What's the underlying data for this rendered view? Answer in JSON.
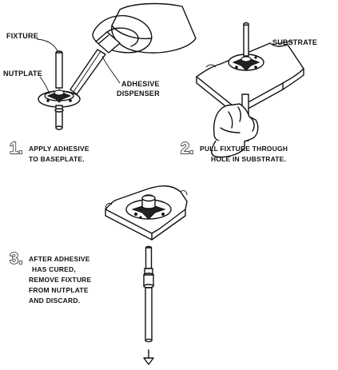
{
  "labels": {
    "fixture": "FIXTURE",
    "nutplate": "NUTPLATE",
    "adhesive": "ADHESIVE",
    "dispenser": "DISPENSER",
    "substrate": "SUBSTRATE"
  },
  "steps": [
    {
      "number": "1.",
      "lines": [
        "APPLY ADHESIVE",
        "TO BASEPLATE."
      ]
    },
    {
      "number": "2.",
      "lines": [
        "PULL FIXTURE THROUGH",
        "HOLE IN SUBSTRATE."
      ]
    },
    {
      "number": "3.",
      "lines": [
        "AFTER ADHESIVE",
        "HAS CURED,",
        "REMOVE FIXTURE",
        "FROM NUTPLATE",
        "AND DISCARD."
      ]
    }
  ]
}
